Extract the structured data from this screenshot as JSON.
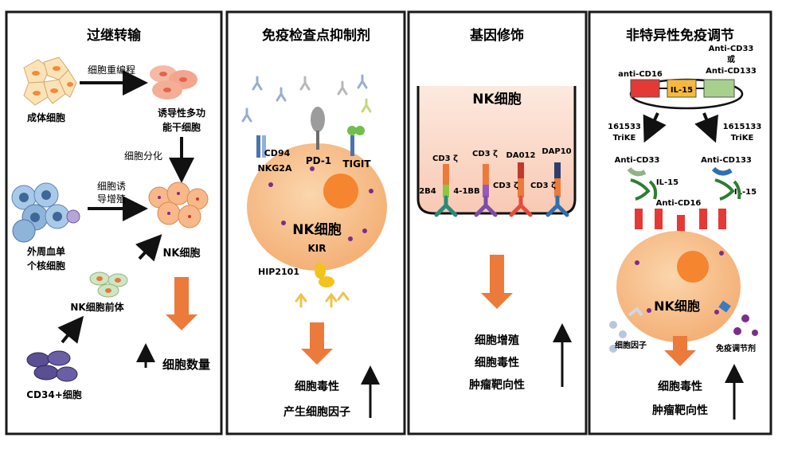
{
  "panels": [
    {
      "title": "过继转输",
      "labels": {
        "adult_cell": "成体细胞",
        "reprogram": "细胞重编程",
        "ipsc_line1": "诱导性多功",
        "ipsc_line2": "能干细胞",
        "differentiate": "细胞分化",
        "induce_line1": "细胞诱",
        "induce_line2": "导增殖",
        "pbmc_line1": "外周血单",
        "pbmc_line2": "个核细胞",
        "nk_cell": "NK细胞",
        "nk_precursor": "NK细胞前体",
        "cd34": "CD34+细胞",
        "cell_count": "细胞数量"
      }
    },
    {
      "title": "免疫检查点抑制剂",
      "labels": {
        "cd94": "CD94",
        "nkg2a": "NKG2A",
        "pd1": "PD-1",
        "tigit": "TIGIT",
        "nk_cell": "NK细胞",
        "kir": "KIR",
        "hip": "HIP2101",
        "cytotoxicity": "细胞毒性",
        "cytokines": "产生细胞因子"
      }
    },
    {
      "title": "基因修饰",
      "labels": {
        "nk_cell": "NK细胞",
        "cd3z_a": "CD3 ζ",
        "cd3z_b": "CD3 ζ",
        "da012": "DA012",
        "dap10": "DAP10",
        "b2b4": "2B4",
        "b41bb": "4-1BB",
        "cd3z_c": "CD3 ζ",
        "cd3z_d": "CD3 ζ",
        "proliferation": "细胞增殖",
        "cytotoxicity": "细胞毒性",
        "tumor_targeting": "肿瘤靶向性"
      }
    },
    {
      "title": "非特异性免疫调节",
      "labels": {
        "anti_cd16_top": "anti-CD16",
        "anti_cd33_or": "Anti-CD33",
        "or": "或",
        "anti_cd133_top": "Anti-CD133",
        "il15_box": "IL-15",
        "trike1_num": "161533",
        "trike1_name": "TriKE",
        "trike2_num": "1615133",
        "trike2_name": "TriKE",
        "anti_cd33": "Anti-CD33",
        "anti_cd133": "Anti-CD133",
        "il15_left": "IL-15",
        "il15_right": "IL-15",
        "anti_cd16": "Anti-CD16",
        "nk_cell": "NK细胞",
        "cytokine": "细胞因子",
        "immunomodulator": "免疫调节剂",
        "cytotoxicity": "细胞毒性",
        "tumor_targeting": "肿瘤靶向性"
      }
    }
  ],
  "colors": {
    "border": "#1a1a1a",
    "arrow_orange": "#ec7a3a",
    "nk_cell": "#f7c08d",
    "nucleus": "#f5852e",
    "granule": "#7b2d8a"
  }
}
